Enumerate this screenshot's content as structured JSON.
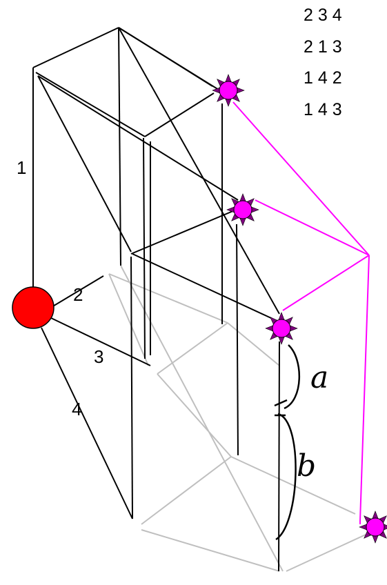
{
  "colors": {
    "front_edges": "#000000",
    "back_edges": "#bfbfbf",
    "magenta_path": "#ff00ff",
    "node_fill": "#ff0000",
    "star_fill": "#ff00ff",
    "star_rays": "#800080"
  },
  "icons": [
    "red-circle-node",
    "magenta-star-node"
  ],
  "edge_labels": [
    "1",
    "2",
    "3",
    "4"
  ],
  "legend_rows": [
    "2 3 4",
    "2 1 3",
    "1 4 2",
    "1 4 3"
  ],
  "handwritten": {
    "upper": "a",
    "lower": "b"
  }
}
